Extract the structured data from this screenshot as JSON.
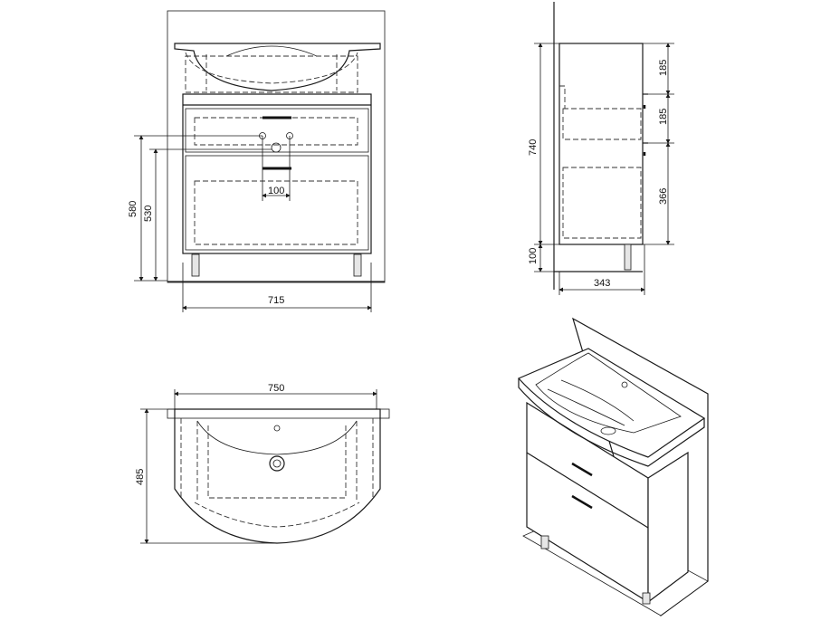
{
  "dimensions": {
    "front_width": "715",
    "front_height_580": "580",
    "front_height_530": "530",
    "front_hole_spacing": "100",
    "side_height_740": "740",
    "side_top_185": "185",
    "side_mid_185": "185",
    "side_drawer_366": "366",
    "side_leg_100": "100",
    "side_depth": "343",
    "top_width": "750",
    "top_depth": "485"
  }
}
